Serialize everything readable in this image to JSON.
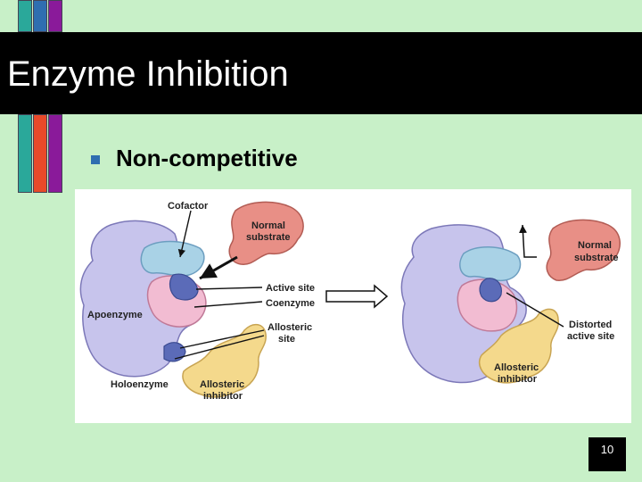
{
  "slide": {
    "title": "Enzyme Inhibition",
    "bullet": "Non-competitive",
    "page_number": "10"
  },
  "figure": {
    "left": {
      "cofactor": "Cofactor",
      "normal_substrate": [
        "Normal",
        "substrate"
      ],
      "active_site": "Active site",
      "coenzyme": "Coenzyme",
      "apoenzyme": "Apoenzyme",
      "allosteric_site": [
        "Allosteric",
        "site"
      ],
      "holoenzyme": "Holoenzyme",
      "allosteric_inhibitor": [
        "Allosteric",
        "inhibitor"
      ]
    },
    "right": {
      "normal_substrate": [
        "Normal",
        "substrate"
      ],
      "distorted_active_site": [
        "Distorted",
        "active site"
      ],
      "allosteric_inhibitor": [
        "Allosteric",
        "inhibitor"
      ]
    }
  },
  "colors": {
    "background": "#c8f0c8",
    "title_bar": "#000000",
    "bullet": "#2f6eb0",
    "enzyme": "#c7c4ec",
    "cofactor": "#a9d2e6",
    "coenzyme_pocket": "#f2bcd2",
    "active_site": "#5b6bb8",
    "substrate": "#e88f86",
    "inhibitor": "#f4d98c"
  }
}
